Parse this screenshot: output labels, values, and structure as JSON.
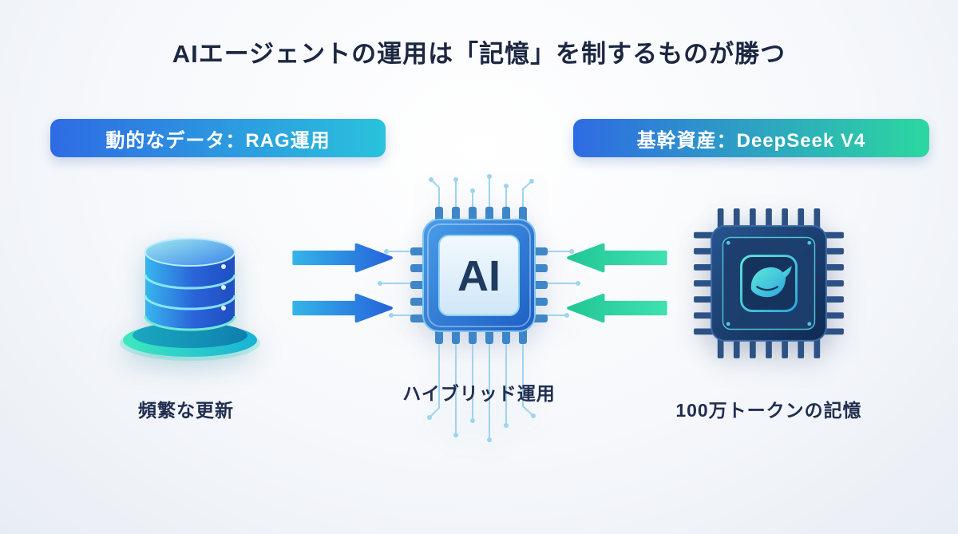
{
  "title": "AIエージェントの運用は「記憶」を制するものが勝つ",
  "badges": {
    "left": {
      "label": "動的なデータ：RAG運用"
    },
    "right": {
      "label": "基幹資産：DeepSeek V4"
    }
  },
  "nodes": {
    "database": {
      "caption": "頻繁な更新"
    },
    "ai_chip": {
      "text": "AI",
      "caption": "ハイブリッド運用"
    },
    "deepseek_chip": {
      "caption": "100万トークンの記憶"
    }
  },
  "icons": {
    "left_node": "database-cylinder-icon",
    "center_node": "ai-processor-chip-icon",
    "right_node": "deepseek-whale-chip-icon",
    "flow_left": "arrow-right-icon",
    "flow_right": "arrow-left-icon"
  },
  "colors": {
    "title_text": "#1c2742",
    "badge_left_gradient": [
      "#2f6be4",
      "#29c2dc"
    ],
    "badge_right_gradient": [
      "#2f6be4",
      "#2bd8a0"
    ],
    "arrow_blue": [
      "#34b4e8",
      "#2563db"
    ],
    "arrow_green": [
      "#22c796",
      "#3fe0b0"
    ],
    "background": [
      "#ffffff",
      "#e8edf4"
    ]
  }
}
